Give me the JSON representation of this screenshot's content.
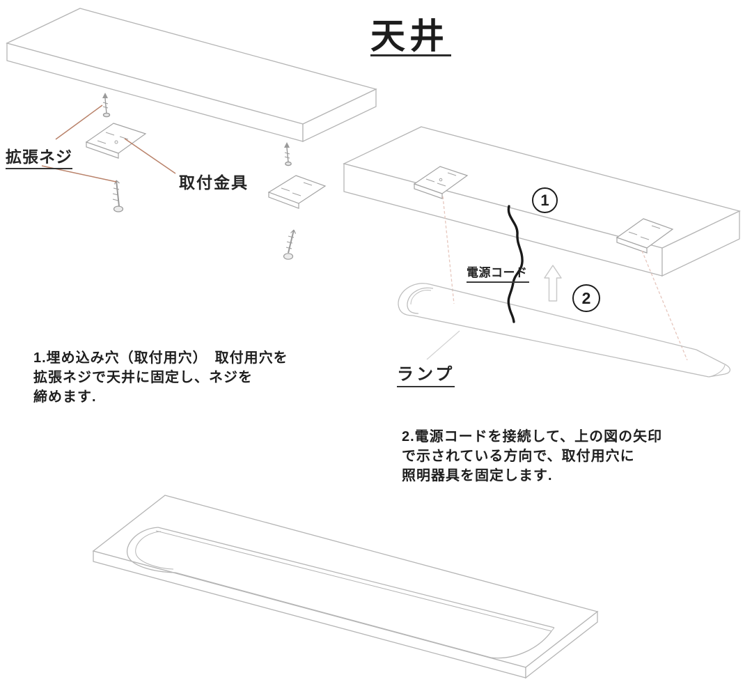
{
  "page": {
    "title": "天井"
  },
  "left_figure": {
    "expansion_screw_label": "拡張ネジ",
    "mounting_bracket_label": "取付金具"
  },
  "right_figure": {
    "power_cord_label": "電源コード",
    "lamp_label": "ランプ",
    "marker_1": "1",
    "marker_2": "2"
  },
  "instructions": {
    "step1_line1": "1.埋め込み穴（取付用穴）　取付用穴を",
    "step1_line2": "拡張ネジで天井に固定し、ネジを",
    "step1_line3": "締めます.",
    "step2_line1": "2.電源コードを接続して、上の図の矢印",
    "step2_line2": "で示されている方向で、取付用穴に",
    "step2_line3": "照明器具を固定します."
  },
  "colors": {
    "line_art": "#b5b5b5",
    "leader_line": "#b9826a",
    "faint_leader": "#e6c6bd",
    "cord": "#1a1a1a",
    "ink": "#1e1e1e"
  }
}
